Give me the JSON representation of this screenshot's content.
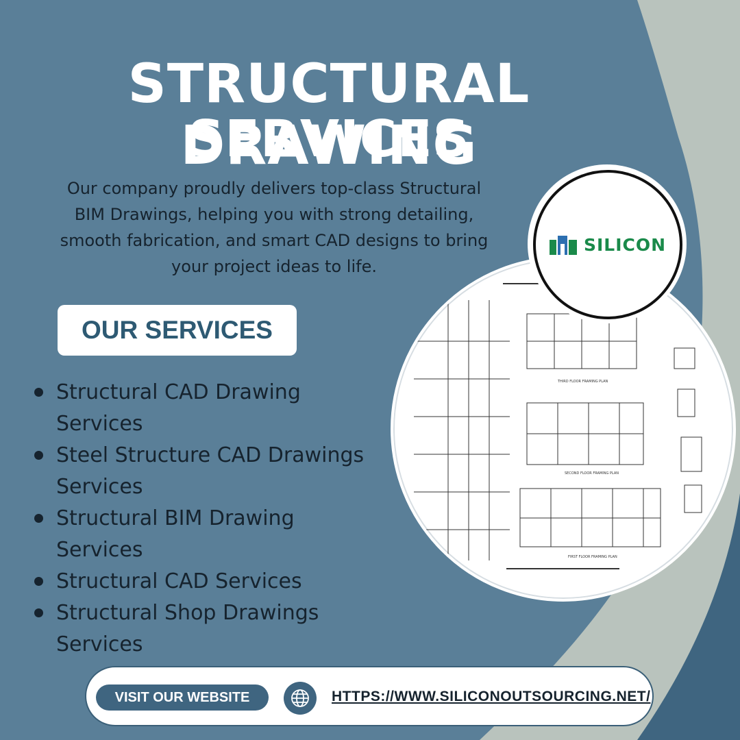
{
  "title": {
    "line1": "STRUCTURAL DRAWING",
    "line2": "SERVICES"
  },
  "intro": "Our company proudly delivers top-class Structural BIM Drawings, helping you with strong detailing, smooth fabrication, and smart CAD designs to bring your project ideas to life.",
  "services": {
    "heading": "OUR SERVICES",
    "items": [
      "Structural CAD Drawing Services",
      "Steel Structure CAD Drawings Services",
      "Structural BIM Drawing Services",
      "Structural CAD Services",
      "Structural Shop Drawings Services"
    ]
  },
  "logo": {
    "text": "SILICON"
  },
  "drawing": {
    "plans": [
      "THIRD FLOOR FRAMING PLAN",
      "SECOND FLOOR FRAMING PLAN",
      "FIRST FLOOR FRAMING PLAN"
    ]
  },
  "footer": {
    "button": "VISIT OUR WEBSITE",
    "url": "HTTPS://WWW.SILICONOUTSOURCING.NET/"
  },
  "colors": {
    "background": "#5a7f98",
    "swoosh": "#b9c3bd",
    "accent": "#3f6580",
    "text_dark": "#16232e",
    "logo_green": "#1a8a4a"
  },
  "icons": [
    "globe-icon",
    "bullet-icon",
    "silicon-logo-icon"
  ]
}
